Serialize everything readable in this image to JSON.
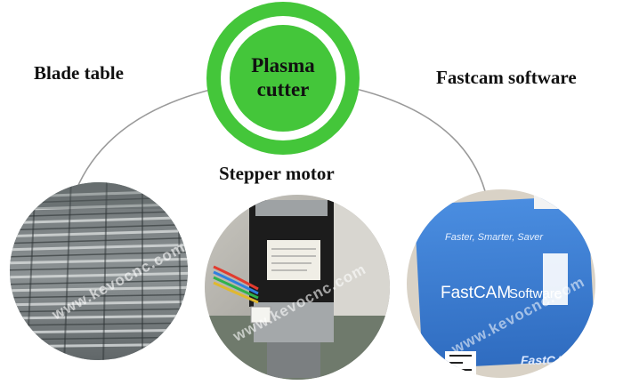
{
  "center": {
    "line1": "Plasma",
    "line2": "cutter",
    "color": "#44c63a"
  },
  "labels": {
    "blade": "Blade table",
    "stepper": "Stepper motor",
    "fastcam": "Fastcam software"
  },
  "watermark": "www.kevocnc.com",
  "fastcam_box": {
    "tagline": "Faster, Smarter, Saver",
    "product": "FastCAM",
    "software": "Software",
    "bottom": "FastCAM"
  },
  "colors": {
    "connector": "#9a9a9a",
    "box_blue": "#3b7fd8"
  }
}
